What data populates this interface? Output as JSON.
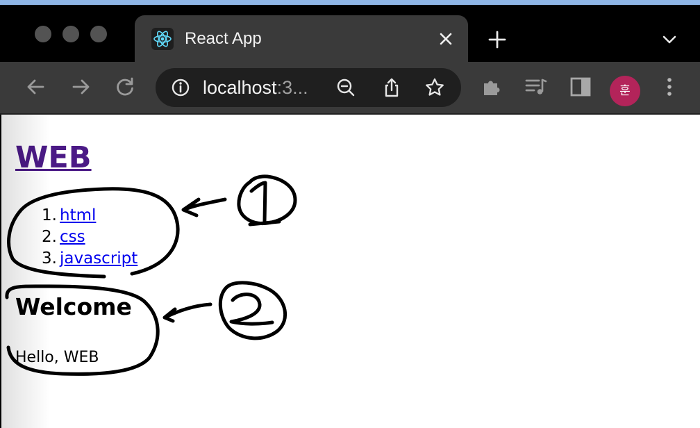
{
  "browser": {
    "tab_title": "React App",
    "url_host": "localhost",
    "url_rest": ":3...",
    "profile_initial": "훈",
    "icons": {
      "favicon": "react-logo-icon",
      "close_tab": "close-icon",
      "new_tab": "plus-icon",
      "tab_list": "chevron-down-icon",
      "back": "arrow-left-icon",
      "forward": "arrow-right-icon",
      "reload": "reload-icon",
      "site_info": "info-icon",
      "zoom": "zoom-out-icon",
      "share": "share-icon",
      "bookmark": "star-icon",
      "extensions": "puzzle-icon",
      "media": "media-queue-icon",
      "side_panel": "side-panel-icon",
      "menu": "kebab-menu-icon"
    },
    "colors": {
      "tab_bar": "#000000",
      "toolbar": "#3a3a3a",
      "omnibox": "#1f1f1f",
      "avatar": "#b3245a",
      "react": "#61dafb"
    }
  },
  "page": {
    "title": "WEB",
    "nav": [
      {
        "num": "1.",
        "label": "html"
      },
      {
        "num": "2.",
        "label": "css"
      },
      {
        "num": "3.",
        "label": "javascript"
      }
    ],
    "article_title": "Welcome",
    "article_body": "Hello, WEB",
    "colors": {
      "title_link": "#4b1a86",
      "link": "#0000ee"
    }
  },
  "annotations": {
    "marker_1": "1",
    "marker_2": "2"
  }
}
